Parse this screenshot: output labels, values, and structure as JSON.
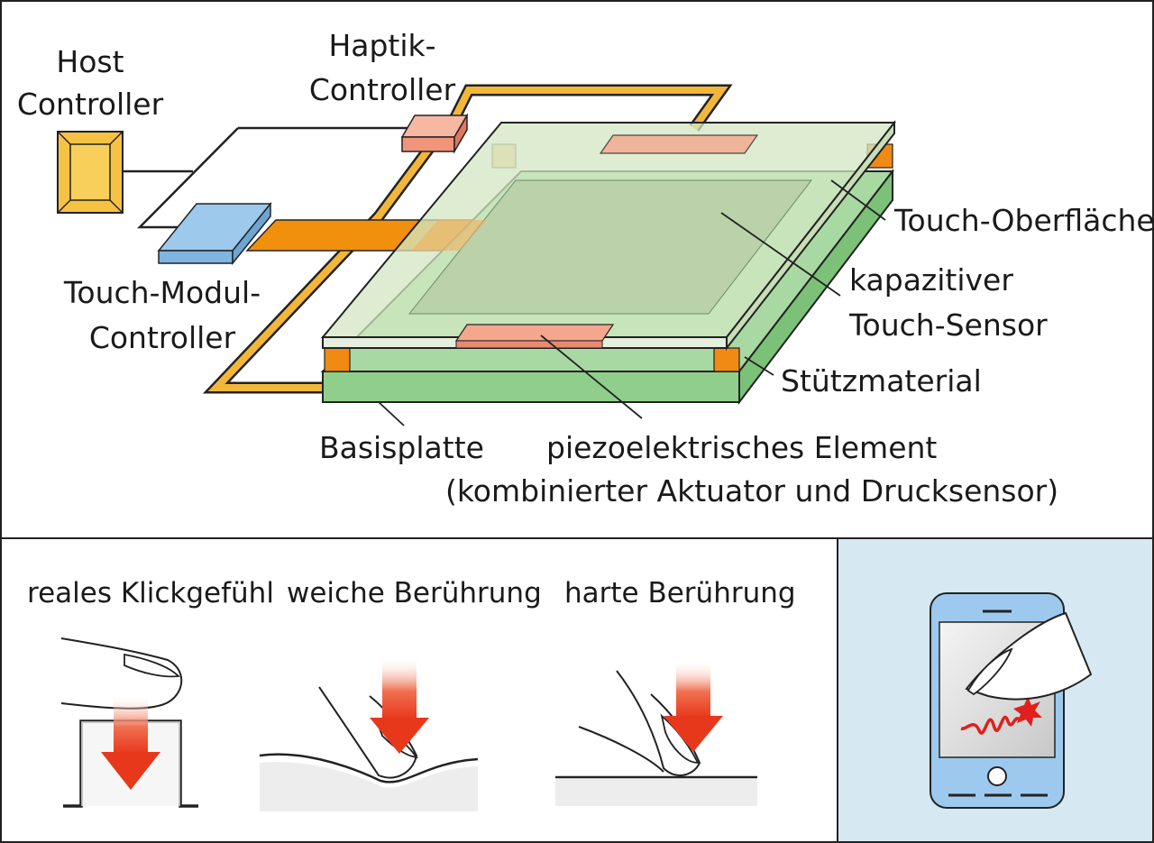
{
  "labels": {
    "host_controller": [
      "Host",
      "Controller"
    ],
    "haptik_controller": [
      "Haptik-",
      "Controller"
    ],
    "touch_modul_controller": [
      "Touch-Modul-",
      "Controller"
    ],
    "touch_oberflaeche": "Touch-Oberfläche",
    "kapazitiver_touch_sensor": [
      "kapazitiver",
      "Touch-Sensor"
    ],
    "stuetzmaterial": "Stützmaterial",
    "basisplatte": "Basisplatte",
    "piezo_element": [
      "piezoelektrisches Element",
      "(kombinierter Aktuator und Drucksensor)"
    ]
  },
  "modes": [
    {
      "label": "reales Klickgefühl"
    },
    {
      "label": "weiche Berührung"
    },
    {
      "label": "harte Berührung"
    }
  ],
  "colors": {
    "host": "#f6c244",
    "haptik": "#f0947a",
    "touch_modul": "#9cc9ec",
    "ribbon": "#f0900c",
    "wire": "#f2b739",
    "base": "#8fcf8b",
    "support": "#f08a14",
    "glass": "#d3e7c3",
    "sensor": "#b7cea6",
    "piezo": "#f4a78c",
    "arrow": "#e8381c",
    "phone": "#9ec9ee",
    "phone_panel": "#d6e9f3",
    "wave": "#e0201c"
  }
}
